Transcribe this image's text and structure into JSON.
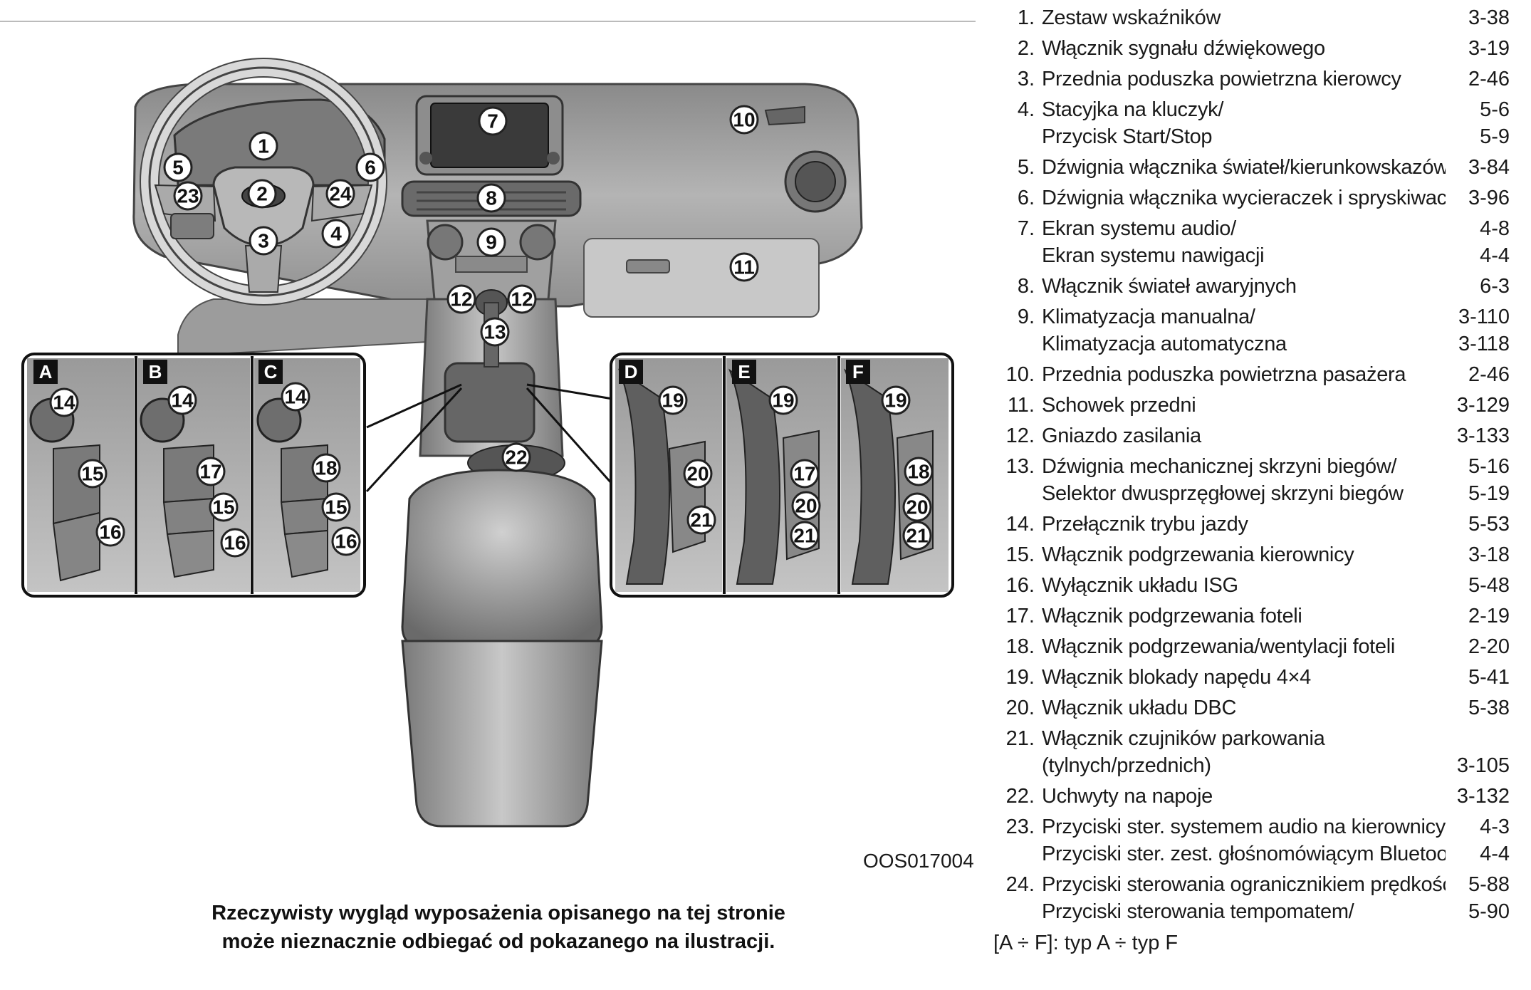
{
  "figure": {
    "code": "OOS017004",
    "callouts": [
      "1",
      "2",
      "3",
      "4",
      "5",
      "6",
      "7",
      "8",
      "9",
      "10",
      "11",
      "12",
      "12",
      "13",
      "22",
      "23",
      "24"
    ],
    "inset_left": {
      "panels": [
        {
          "tag": "A",
          "labels": [
            "14",
            "15",
            "16"
          ]
        },
        {
          "tag": "B",
          "labels": [
            "14",
            "17",
            "15",
            "16"
          ]
        },
        {
          "tag": "C",
          "labels": [
            "14",
            "18",
            "15",
            "16"
          ]
        }
      ]
    },
    "inset_right": {
      "panels": [
        {
          "tag": "D",
          "labels": [
            "19",
            "20",
            "21"
          ]
        },
        {
          "tag": "E",
          "labels": [
            "19",
            "17",
            "20",
            "21"
          ]
        },
        {
          "tag": "F",
          "labels": [
            "19",
            "18",
            "20",
            "21"
          ]
        }
      ]
    }
  },
  "note": {
    "line1": "Rzeczywisty wygląd wyposażenia opisanego na tej stronie",
    "line2": "może nieznacznie odbiegać od pokazanego na ilustracji."
  },
  "legend": [
    {
      "num": "1.",
      "lines": [
        {
          "text": "Zestaw wskaźników",
          "page": "3-38"
        }
      ]
    },
    {
      "num": "2.",
      "lines": [
        {
          "text": "Włącznik sygnału dźwiękowego",
          "page": "3-19"
        }
      ]
    },
    {
      "num": "3.",
      "lines": [
        {
          "text": "Przednia poduszka powietrzna kierowcy",
          "page": "2-46"
        }
      ]
    },
    {
      "num": "4.",
      "lines": [
        {
          "text": "Stacyjka na kluczyk/",
          "page": "5-6"
        },
        {
          "text": "Przycisk Start/Stop",
          "page": "5-9"
        }
      ]
    },
    {
      "num": "5.",
      "lines": [
        {
          "text": "Dźwignia włącznika świateł/kierunkowskazów",
          "page": "3-84"
        }
      ]
    },
    {
      "num": "6.",
      "lines": [
        {
          "text": "Dźwignia włącznika wycieraczek i spryskiwaczy",
          "page": "3-96"
        }
      ]
    },
    {
      "num": "7.",
      "lines": [
        {
          "text": "Ekran systemu audio/",
          "page": "4-8"
        },
        {
          "text": "Ekran systemu nawigacji",
          "page": "4-4"
        }
      ]
    },
    {
      "num": "8.",
      "lines": [
        {
          "text": "Włącznik świateł awaryjnych",
          "page": "6-3"
        }
      ]
    },
    {
      "num": "9.",
      "lines": [
        {
          "text": "Klimatyzacja manualna/",
          "page": "3-110"
        },
        {
          "text": "Klimatyzacja automatyczna",
          "page": "3-118"
        }
      ]
    },
    {
      "num": "10.",
      "lines": [
        {
          "text": "Przednia poduszka powietrzna pasażera",
          "page": "2-46"
        }
      ]
    },
    {
      "num": "11.",
      "lines": [
        {
          "text": "Schowek przedni",
          "page": "3-129"
        }
      ]
    },
    {
      "num": "12.",
      "lines": [
        {
          "text": "Gniazdo zasilania",
          "page": "3-133"
        }
      ]
    },
    {
      "num": "13.",
      "lines": [
        {
          "text": "Dźwignia mechanicznej skrzyni biegów/",
          "page": "5-16"
        },
        {
          "text": "Selektor dwusprzęgłowej skrzyni biegów",
          "page": "5-19"
        }
      ]
    },
    {
      "num": "14.",
      "lines": [
        {
          "text": "Przełącznik trybu jazdy",
          "page": "5-53"
        }
      ]
    },
    {
      "num": "15.",
      "lines": [
        {
          "text": "Włącznik podgrzewania kierownicy",
          "page": "3-18"
        }
      ]
    },
    {
      "num": "16.",
      "lines": [
        {
          "text": "Wyłącznik układu ISG",
          "page": "5-48"
        }
      ]
    },
    {
      "num": "17.",
      "lines": [
        {
          "text": "Włącznik podgrzewania foteli",
          "page": "2-19"
        }
      ]
    },
    {
      "num": "18.",
      "lines": [
        {
          "text": "Włącznik podgrzewania/wentylacji foteli",
          "page": "2-20"
        }
      ]
    },
    {
      "num": "19.",
      "lines": [
        {
          "text": "Włącznik blokady napędu 4×4",
          "page": "5-41"
        }
      ]
    },
    {
      "num": "20.",
      "lines": [
        {
          "text": "Włącznik układu DBC",
          "page": "5-38"
        }
      ]
    },
    {
      "num": "21.",
      "lines": [
        {
          "text": "Włącznik czujników parkowania",
          "page": ""
        },
        {
          "text": "(tylnych/przednich)",
          "page": "3-105"
        }
      ]
    },
    {
      "num": "22.",
      "lines": [
        {
          "text": "Uchwyty na napoje",
          "page": "3-132"
        }
      ]
    },
    {
      "num": "23.",
      "lines": [
        {
          "text": "Przyciski ster. systemem audio na kierownicy/",
          "page": "4-3"
        },
        {
          "text": "Przyciski ster. zest. głośnomówiącym Bluetooth",
          "sup": "®",
          "page": "4-4"
        }
      ]
    },
    {
      "num": "24.",
      "lines": [
        {
          "text": "Przyciski sterowania ogranicznikiem prędkości/",
          "page": "5-88"
        },
        {
          "text": "Przyciski sterowania tempomatem/",
          "page": "5-90"
        }
      ]
    }
  ],
  "footnote": "[A ÷ F]: typ A ÷ typ F",
  "colors": {
    "illustration_dark": "#6e6e6e",
    "illustration_mid": "#a8a8a8",
    "illustration_light": "#d6d6d6",
    "text": "#1a1a1a"
  }
}
